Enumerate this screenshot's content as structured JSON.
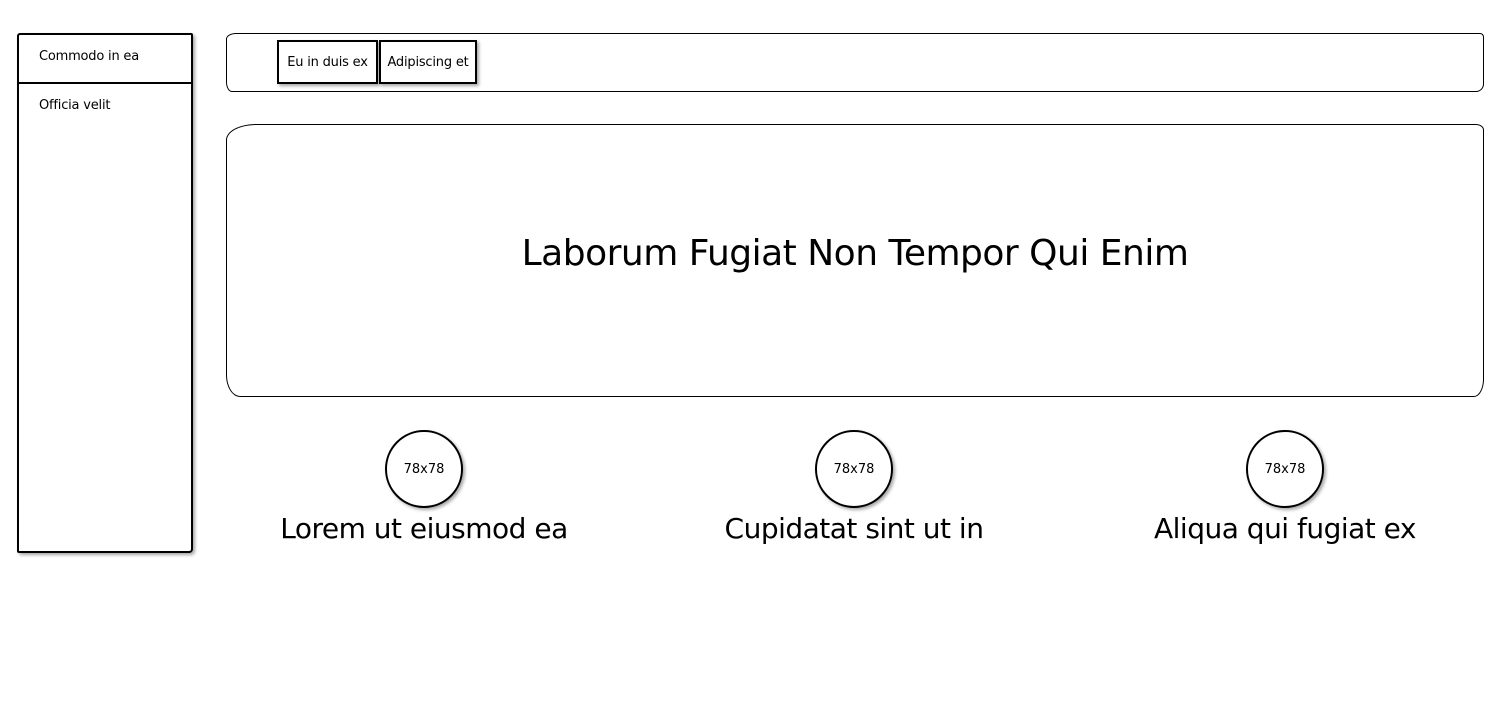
{
  "sidebar": {
    "items": [
      {
        "label": "Commodo in ea"
      },
      {
        "label": "Officia velit"
      }
    ]
  },
  "topbar": {
    "tabs": [
      {
        "label": "Eu in duis ex"
      },
      {
        "label": "Adipiscing et"
      }
    ]
  },
  "hero": {
    "title": "Laborum Fugiat Non Tempor Qui Enim"
  },
  "features": [
    {
      "image_label": "78x78",
      "label": "Lorem ut eiusmod ea"
    },
    {
      "image_label": "78x78",
      "label": "Cupidatat sint ut in"
    },
    {
      "image_label": "78x78",
      "label": "Aliqua qui fugiat ex"
    }
  ]
}
